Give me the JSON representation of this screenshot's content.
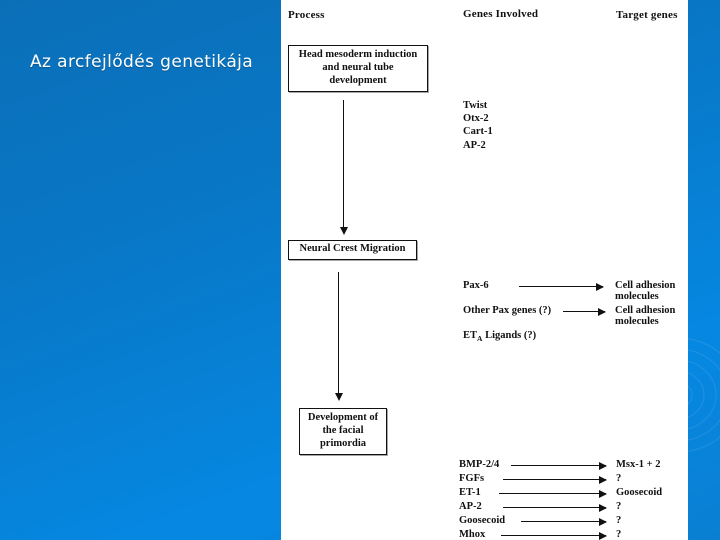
{
  "slide": {
    "title": "Az arcfejlődés genetikája",
    "background_color": "#0877c6",
    "title_color": "#ffffff"
  },
  "figure": {
    "headers": {
      "process": "Process",
      "genes": "Genes Involved",
      "target": "Target genes"
    },
    "process_boxes": [
      {
        "text": "Head mesoderm induction and neural tube development"
      },
      {
        "text": "Neural Crest Migration"
      },
      {
        "text": "Development of the facial primordia"
      }
    ],
    "stage1_genes": [
      "Twist",
      "Otx-2",
      "Cart-1",
      "AP-2"
    ],
    "stage2_rows": [
      {
        "source": "Pax-6",
        "arrow": true,
        "target_line1": "Cell adhesion",
        "target_line2": "molecules"
      },
      {
        "source": "Other Pax genes (?)",
        "arrow": true,
        "target_line1": "Cell adhesion",
        "target_line2": "molecules"
      },
      {
        "source_pre": "ET",
        "source_sub": "A",
        "source_post": " Ligands (?)",
        "arrow": false,
        "target_line1": "",
        "target_line2": ""
      }
    ],
    "stage3_rows": [
      {
        "source": "BMP-2/4",
        "target": "Msx-1 + 2"
      },
      {
        "source": "FGFs",
        "target": "?"
      },
      {
        "source": "ET-1",
        "target": "Goosecoid"
      },
      {
        "source": "AP-2",
        "target": "?"
      },
      {
        "source": "Goosecoid",
        "target": "?"
      },
      {
        "source": "Mhox",
        "target": "?"
      }
    ]
  }
}
